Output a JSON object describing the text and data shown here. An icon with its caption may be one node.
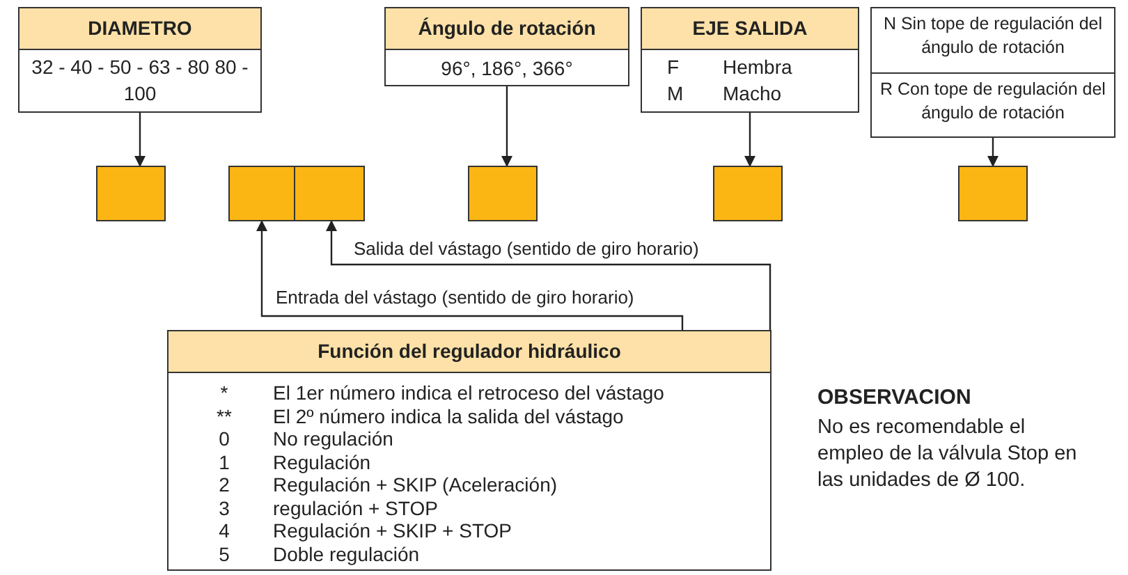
{
  "diagram": {
    "nodes": [
      {
        "text": [
          "DIAMETRO",
          "32 - 40 - 50 - 63 - 80 80 - 100"
        ]
      },
      {
        "text": [
          "Ángulo de rotación",
          "96°, 186°, 366°"
        ]
      },
      {
        "text": [
          "EJE SALIDA",
          "F",
          "Hembra",
          "M",
          "Macho"
        ]
      },
      {
        "text": [
          "N Sin tope de regulación del ángulo de rotación",
          "R Con tope de regulación del ángulo de rotación"
        ]
      },
      {
        "text": [],
        "shape": "box"
      },
      {
        "text": [],
        "shape": "box"
      },
      {
        "text": [],
        "shape": "box"
      },
      {
        "text": [],
        "shape": "box"
      },
      {
        "text": [],
        "shape": "box"
      },
      {
        "text": [],
        "shape": "box"
      },
      {
        "text": [
          "Función del regulador hidráulico",
          "*",
          "El 1er número indica el retroceso del vástago",
          "**",
          "El 2º número indica la salida del vástago",
          "0",
          "No regulación",
          "1",
          "Regulación",
          "2",
          "Regulación + SKIP (Aceleración)",
          "3",
          "regulación + STOP",
          "4",
          "Regulación + SKIP + STOP",
          "5",
          "Doble regulación"
        ]
      }
    ],
    "edges": [
      {
        "from": 0,
        "to": 4,
        "arrow": "to"
      },
      {
        "from": 1,
        "to": 7,
        "arrow": "to"
      },
      {
        "from": 2,
        "to": 8,
        "arrow": "to"
      },
      {
        "from": 3,
        "to": 9,
        "arrow": "to"
      },
      {
        "from": 10,
        "to": 5,
        "arrow": "to",
        "label": "Entrada del vástago (sentido de giro horario)"
      },
      {
        "from": 10,
        "to": 6,
        "arrow": "to",
        "label": "Salida del vástago (sentido de giro horario)"
      }
    ],
    "labels": [
      "OBSERVACION",
      "No es recomendable el empleo de la válvula Stop en las unidades de Ø 100."
    ]
  }
}
